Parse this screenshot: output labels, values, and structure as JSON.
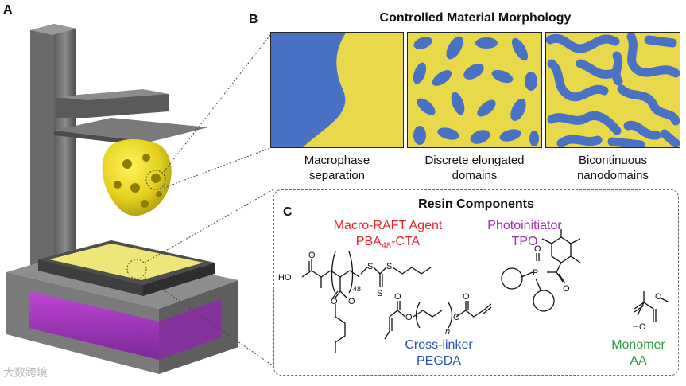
{
  "panels": {
    "a": {
      "letter": "A"
    },
    "b": {
      "letter": "B",
      "title": "Controlled Material Morphology",
      "tiles": [
        {
          "line1": "Macrophase",
          "line2": "separation"
        },
        {
          "line1": "Discrete elongated",
          "line2": "domains"
        },
        {
          "line1": "Bicontinuous",
          "line2": "nanodomains"
        }
      ]
    },
    "c": {
      "letter": "C",
      "title": "Resin Components",
      "macro_raft": {
        "line1": "Macro-RAFT Agent",
        "line2_prefix": "PBA",
        "line2_sub": "48",
        "line2_suffix": "-CTA"
      },
      "photoinitiator": {
        "line1": "Photoinitiator",
        "line2": "TPO"
      },
      "crosslinker": {
        "line1": "Cross-linker",
        "line2": "PEGDA"
      },
      "monomer": {
        "line1": "Monomer",
        "line2": "AA"
      },
      "struct_text": {
        "ho": "HO",
        "o": "O",
        "s": "S",
        "p": "P",
        "sub48": "48",
        "n": "n"
      }
    }
  },
  "watermark": "大数跨境",
  "colors": {
    "blue": "#4a72c4",
    "yellow": "#e8d84a",
    "red": "#e8262e",
    "purple": "#9b2fae",
    "navy": "#2b55b5",
    "green": "#2e9a45"
  }
}
